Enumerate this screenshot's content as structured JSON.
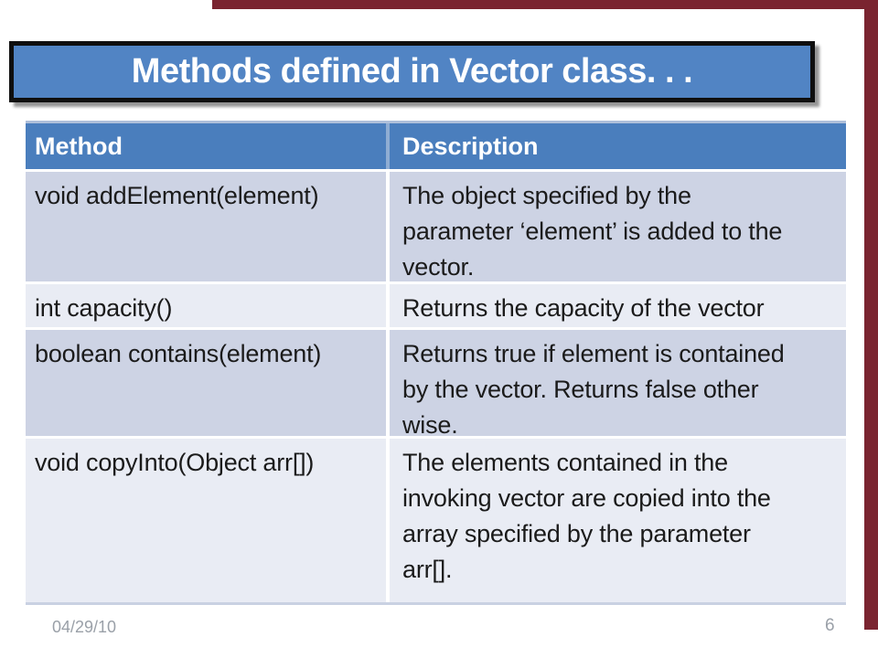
{
  "title": "Methods defined in Vector class. . .",
  "table": {
    "headers": [
      "Method",
      "Description"
    ],
    "rows": [
      {
        "method": "void addElement(element)",
        "description": "The object specified by the\nparameter ‘element’ is added to the\nvector."
      },
      {
        "method": "int capacity()",
        "description": "Returns the capacity of the vector"
      },
      {
        "method": "boolean contains(element)",
        "description": "Returns true if element is contained\nby the vector. Returns false other\nwise."
      },
      {
        "method": "void copyInto(Object arr[])",
        "description": "The elements contained in the\ninvoking vector are copied into the\narray specified by the parameter\narr[]."
      }
    ]
  },
  "footer": {
    "date": "04/29/10",
    "page_number": "6"
  },
  "colors": {
    "title_box_fill": "#5184c4",
    "title_box_border": "#0f0f0f",
    "table_header_fill": "#4a7ebd",
    "row_band_dark": "#cdd3e4",
    "row_band_light": "#e9ecf4",
    "accent_bar_maroon": "#7a2430",
    "footer_text_gray": "#9aa0a8",
    "body_text": "#1b1b1b"
  }
}
